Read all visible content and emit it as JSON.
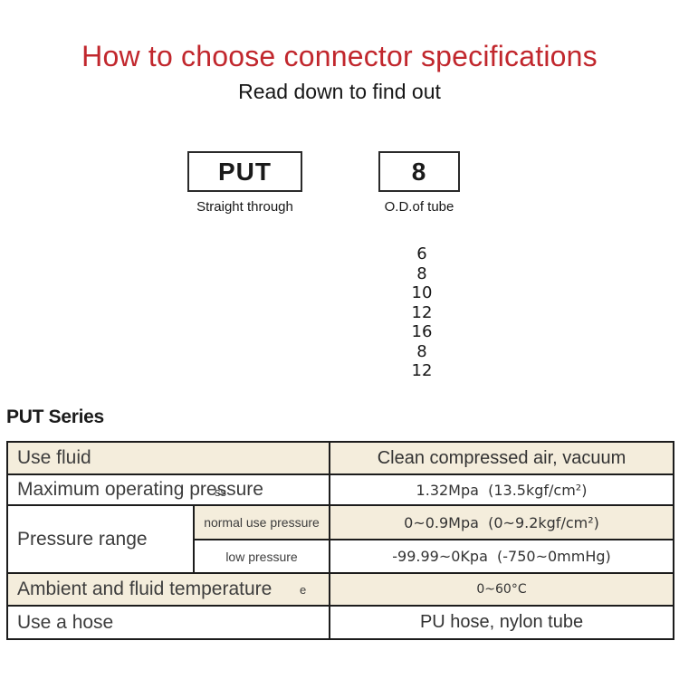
{
  "page": {
    "title": "How to choose connector specifications",
    "subtitle": "Read down to find out"
  },
  "model_code": {
    "type_box": {
      "code": "PUT",
      "caption": "Straight through"
    },
    "size_box": {
      "code": "8",
      "caption": "O.D.of tube"
    },
    "tube_sizes": [
      "6",
      "8",
      "10",
      "12",
      "16",
      "8",
      "12"
    ]
  },
  "series": {
    "heading": "PUT Series"
  },
  "spec_table": {
    "rows": {
      "use_fluid": {
        "label": "Use fluid",
        "value": "Clean compressed air, vacuum"
      },
      "max_pressure": {
        "label": "Maximum operating pressure",
        "value": "1.32Mpa  (13.5kgf/cm²)"
      },
      "pressure_range": {
        "label": "Pressure range",
        "normal": {
          "sublabel": "normal use pressure",
          "value": "0~0.9Mpa  (0~9.2kgf/cm²)"
        },
        "low": {
          "sublabel": "low pressure",
          "value": "-99.99~0Kpa  (-750~0mmHg)"
        }
      },
      "temperature": {
        "label": "Ambient and fluid temperature",
        "value": "0~60°C"
      },
      "hose": {
        "label": "Use a hose",
        "value": "PU hose, nylon tube"
      }
    },
    "artifacts": {
      "pressure_overlap": "ss",
      "temperature_overlap": "e"
    }
  },
  "colors": {
    "title_red": "#c1272d",
    "row_beige": "#f4eddc",
    "table_border": "#1c1c1c",
    "label_text": "#3d3d3d"
  }
}
